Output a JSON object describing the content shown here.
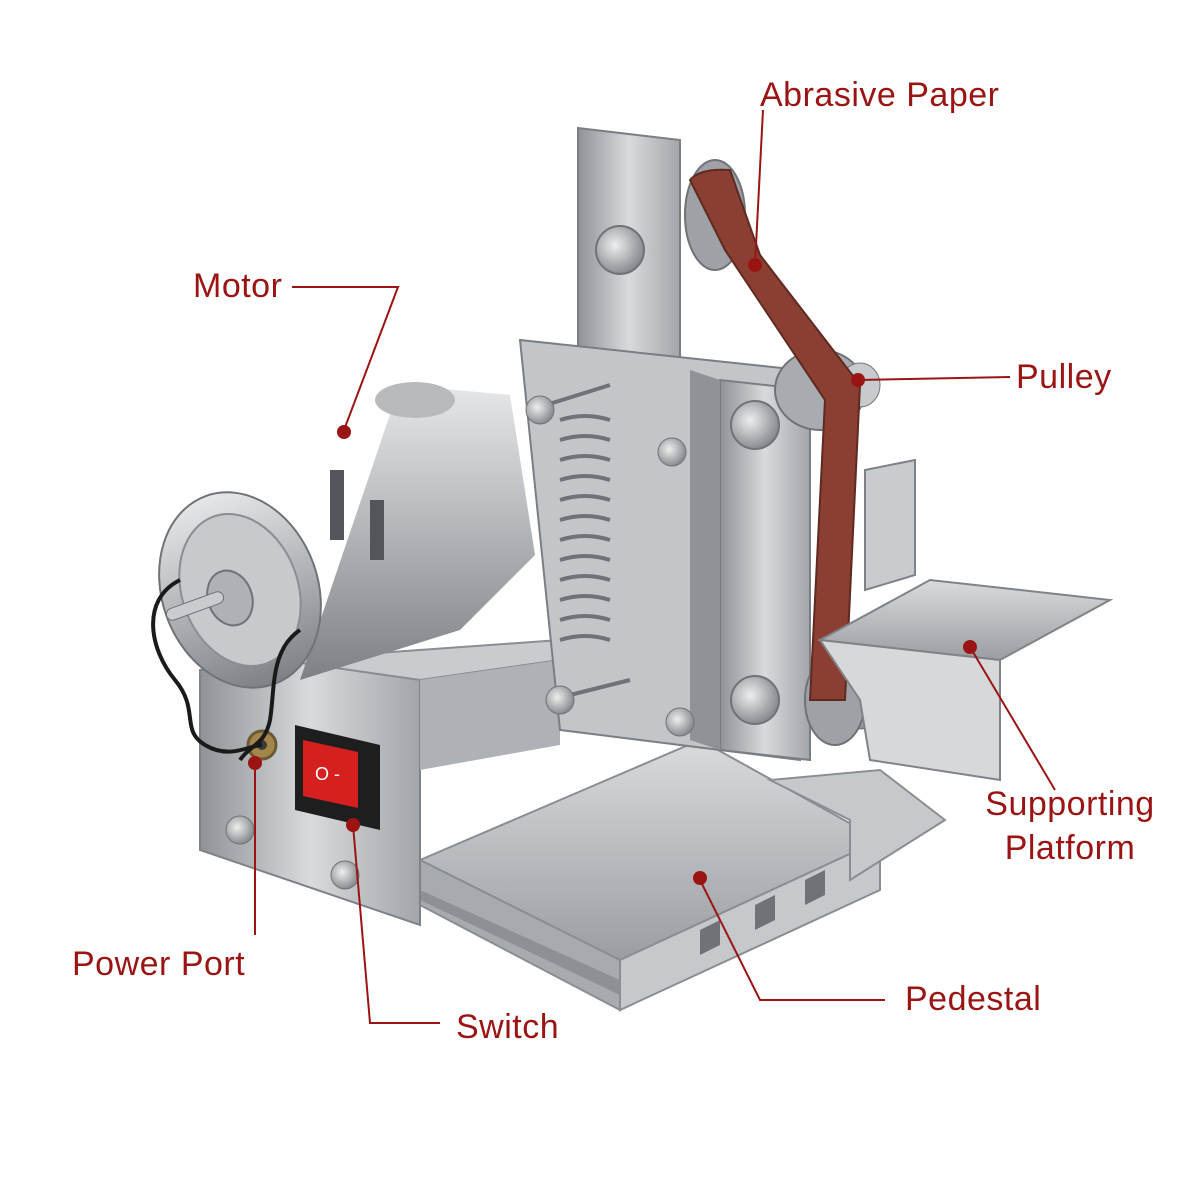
{
  "labels": {
    "abrasive_paper": "Abrasive Paper",
    "motor": "Motor",
    "pulley": "Pulley",
    "supporting_platform_line1": "Supporting",
    "supporting_platform_line2": "Platform",
    "power_port": "Power Port",
    "switch": "Switch",
    "pedestal": "Pedestal"
  },
  "colors": {
    "label_text": "#9b1414",
    "leader_line": "#9b1414",
    "belt": "#8b3f32",
    "switch": "#d61f1f",
    "metal": "#b9bcc0"
  },
  "switch_marks": "O -"
}
